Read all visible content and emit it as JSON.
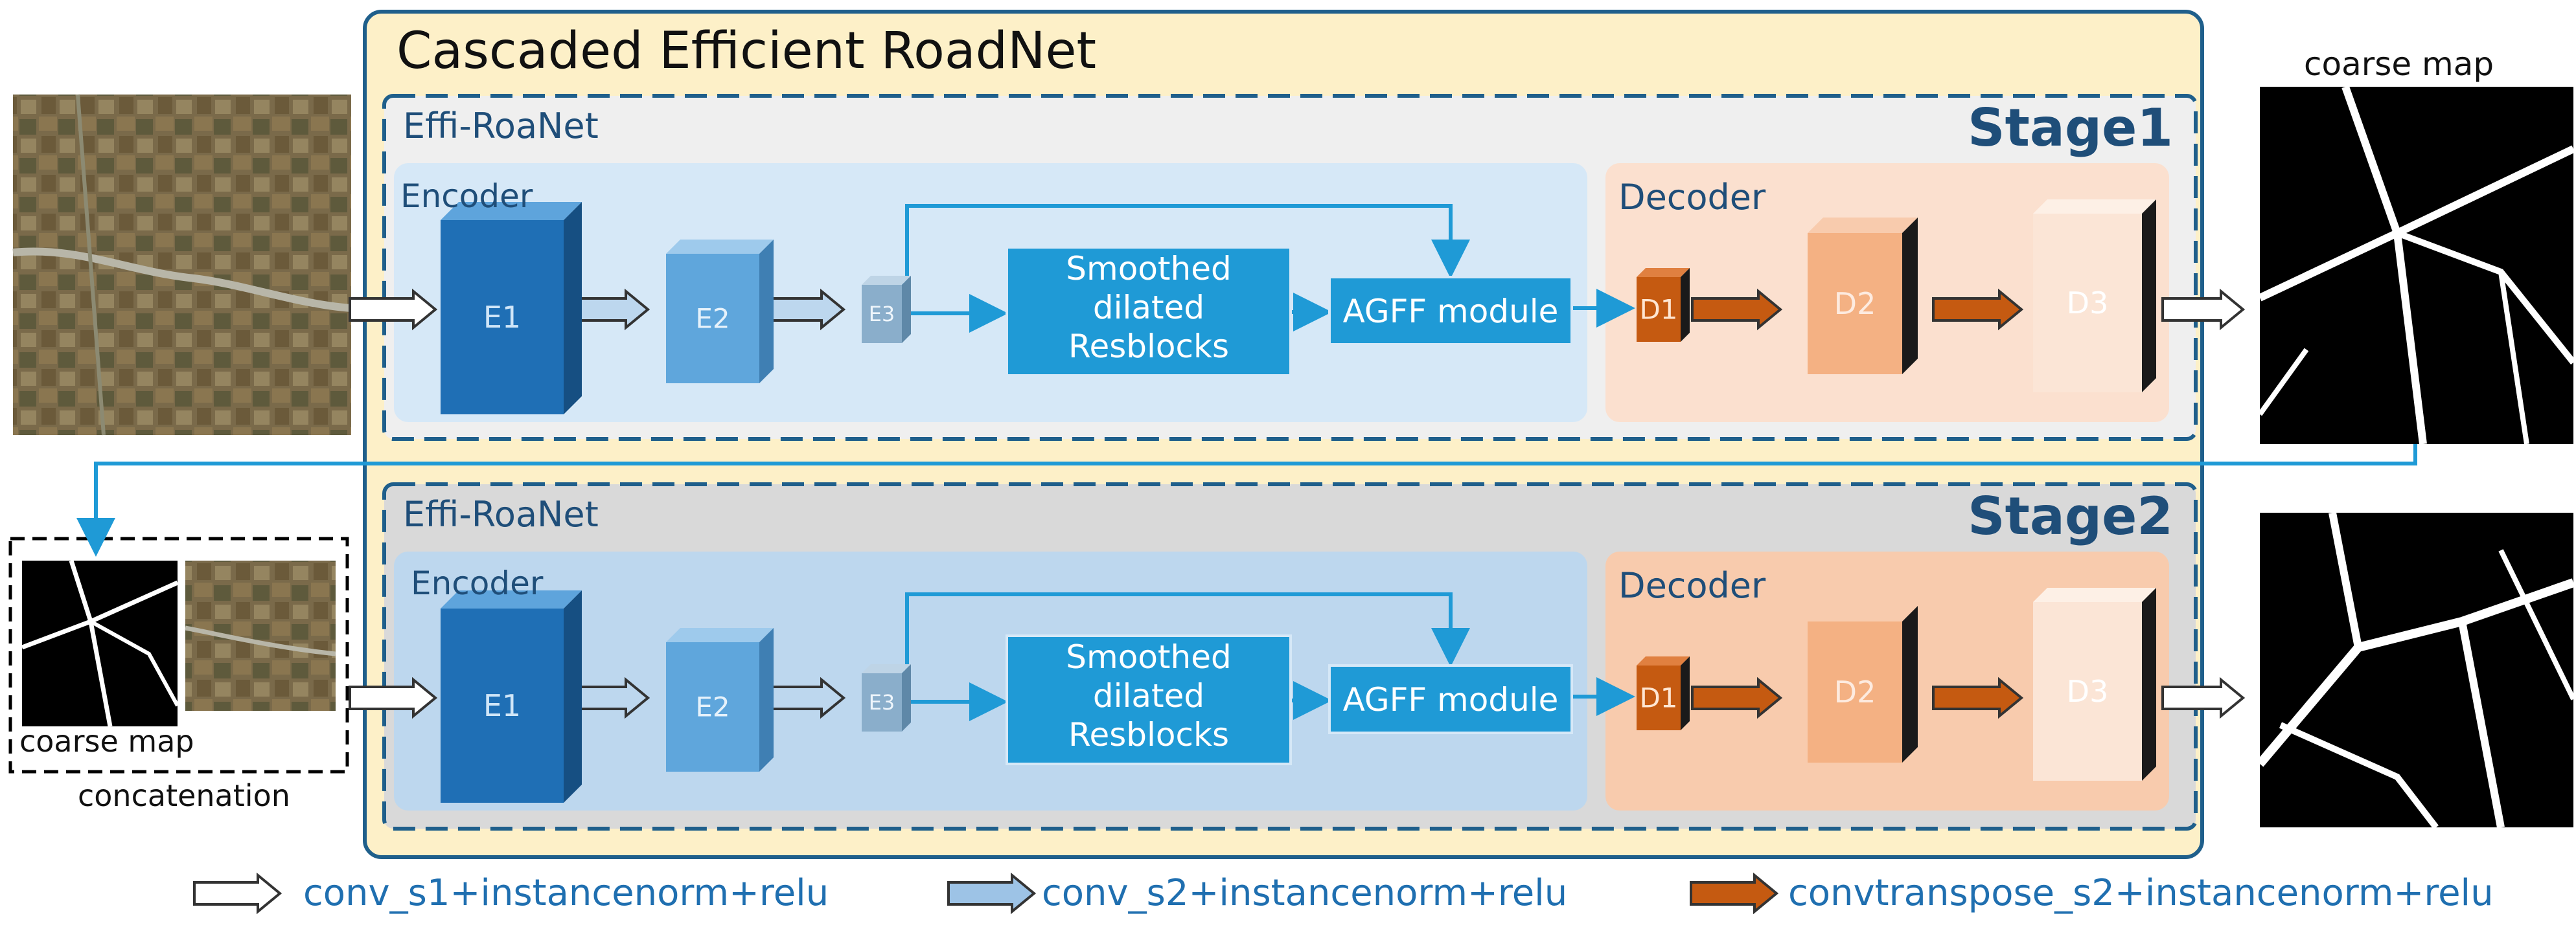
{
  "title": "Cascaded Efficient RoadNet",
  "stages": [
    {
      "net_label": "Effi-RoaNet",
      "stage_label": "Stage1",
      "encoder_label": "Encoder",
      "decoder_label": "Decoder",
      "blocks": {
        "e1": "E1",
        "e2": "E2",
        "e3": "E3",
        "d1": "D1",
        "d2": "D2",
        "d3": "D3"
      },
      "resblock_lines": [
        "Smoothed",
        "dilated",
        "Resblocks"
      ],
      "agff_label": "AGFF module"
    },
    {
      "net_label": "Effi-RoaNet",
      "stage_label": "Stage2",
      "encoder_label": "Encoder",
      "decoder_label": "Decoder",
      "blocks": {
        "e1": "E1",
        "e2": "E2",
        "e3": "E3",
        "d1": "D1",
        "d2": "D2",
        "d3": "D3"
      },
      "resblock_lines": [
        "Smoothed",
        "dilated",
        "Resblocks"
      ],
      "agff_label": "AGFF module"
    }
  ],
  "coarse_map_top_label": "coarse map",
  "coarse_map_bottom_label": "coarse map",
  "concatenation_label": "concatenation",
  "legend": [
    {
      "label": "conv_s1+instancenorm+relu",
      "arrow_color": "#ffffff"
    },
    {
      "label": "conv_s2+instancenorm+relu",
      "arrow_color": "#9dc3e6"
    },
    {
      "label": "convtranspose_s2+instancenorm+relu",
      "arrow_color": "#c55a11"
    }
  ],
  "colors": {
    "outer_frame_fill": "#fdf0c8",
    "outer_frame_border": "#1f5f8b",
    "stage1_fill": "#efefef",
    "stage2_fill": "#d9d9d9",
    "encoder_panel": "#d6e8f7",
    "decoder_panel": "#fbe0cf",
    "block_blue": "#1f9ad6",
    "flow_arrow": "#1f9ad6",
    "text_blue": "#1f4e79"
  }
}
